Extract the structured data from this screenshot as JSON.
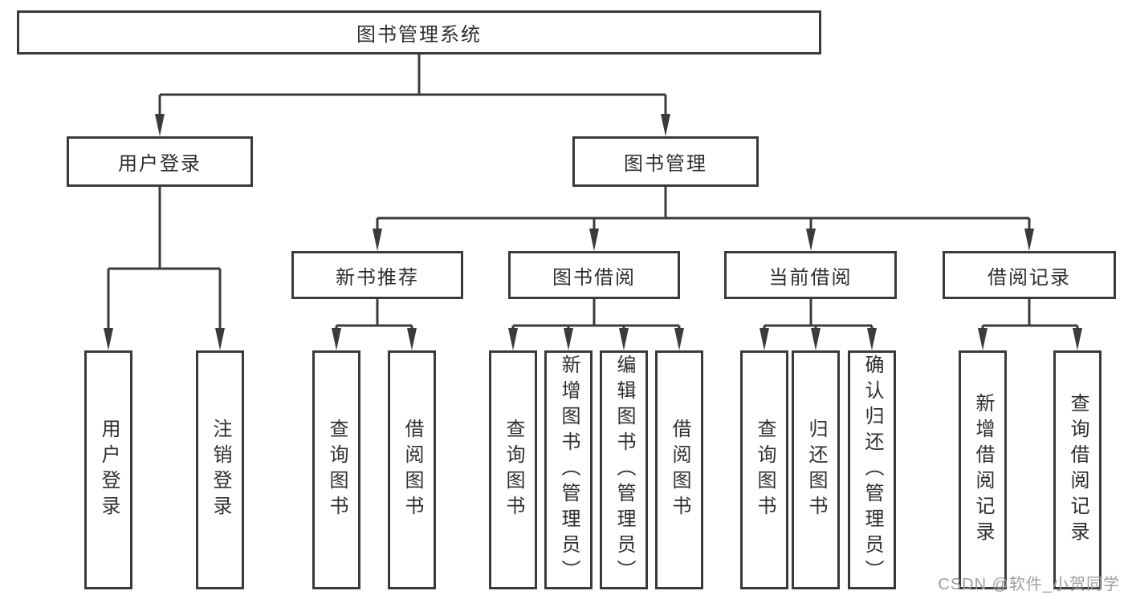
{
  "diagram": {
    "title": "图书管理系统",
    "level2": {
      "user_login": "用户登录",
      "book_management": "图书管理"
    },
    "level3": {
      "new_books": "新书推荐",
      "borrowing": "图书借阅",
      "current": "当前借阅",
      "records": "借阅记录"
    },
    "leaves": {
      "user_login": [
        "用户登录",
        "注销登录"
      ],
      "new_books": [
        "查询图书",
        "借阅图书"
      ],
      "borrowing": [
        "查询图书",
        "新增图书（管理员）",
        "编辑图书（管理员）",
        "借阅图书"
      ],
      "current": [
        "查询图书",
        "归还图书",
        "确认归还（管理员）"
      ],
      "records": [
        "新增借阅记录",
        "查询借阅记录"
      ]
    },
    "watermark": "CSDN @软件_小贺同学",
    "colors": {
      "line": "#3b3b3b",
      "border": "#3a3a3a",
      "text": "#2e2e2e",
      "watermark": "#9e9e9e",
      "background": "#ffffff"
    }
  }
}
